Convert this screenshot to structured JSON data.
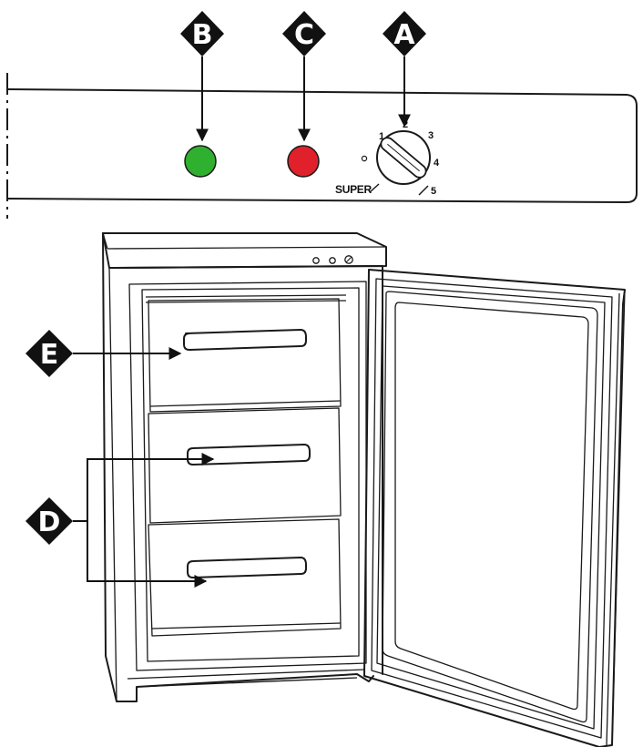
{
  "callouts": {
    "a": "A",
    "b": "B",
    "c": "C",
    "d": "D",
    "e": "E"
  },
  "dial": {
    "n0": "o",
    "n1": "1",
    "n2": "2",
    "n3": "3",
    "n4": "4",
    "n5": "5",
    "super": "SUPER"
  },
  "colors": {
    "green_light": "#2fb02f",
    "red_light": "#e0202a",
    "ink": "#1a1a1a",
    "callout_fill": "#111111"
  }
}
